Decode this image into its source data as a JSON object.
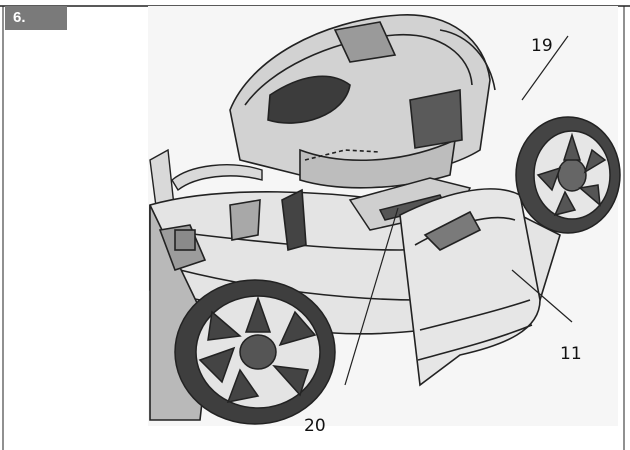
{
  "figure": {
    "number_label": "6."
  },
  "callouts": [
    {
      "id": "19",
      "label": "19"
    },
    {
      "id": "11",
      "label": "11"
    },
    {
      "id": "20",
      "label": "20"
    }
  ],
  "colors": {
    "tag_bg": "#7a7a7a",
    "line": "#222222",
    "fill_light": "#ececec",
    "fill_mid": "#c8c8c8",
    "fill_dark": "#555555"
  }
}
